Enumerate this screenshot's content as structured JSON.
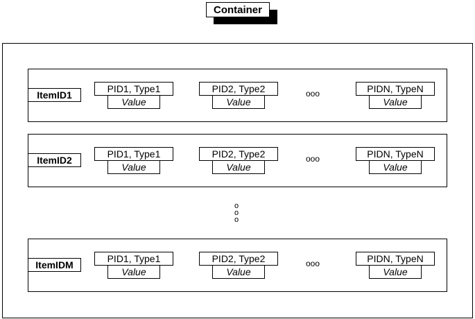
{
  "title": "Container",
  "rows": [
    {
      "item_id": "ItemID1",
      "props": [
        {
          "pid": "PID1, Type1",
          "value": "Value"
        },
        {
          "pid": "PID2, Type2",
          "value": "Value"
        },
        {
          "pid": "PIDN, TypeN",
          "value": "Value"
        }
      ],
      "ellipsis": "ooo"
    },
    {
      "item_id": "ItemID2",
      "props": [
        {
          "pid": "PID1, Type1",
          "value": "Value"
        },
        {
          "pid": "PID2, Type2",
          "value": "Value"
        },
        {
          "pid": "PIDN, TypeN",
          "value": "Value"
        }
      ],
      "ellipsis": "ooo"
    },
    {
      "item_id": "ItemIDM",
      "props": [
        {
          "pid": "PID1, Type1",
          "value": "Value"
        },
        {
          "pid": "PID2, Type2",
          "value": "Value"
        },
        {
          "pid": "PIDN, TypeN",
          "value": "Value"
        }
      ],
      "ellipsis": "ooo"
    }
  ],
  "vertical_ellipsis": [
    "o",
    "o",
    "o"
  ]
}
